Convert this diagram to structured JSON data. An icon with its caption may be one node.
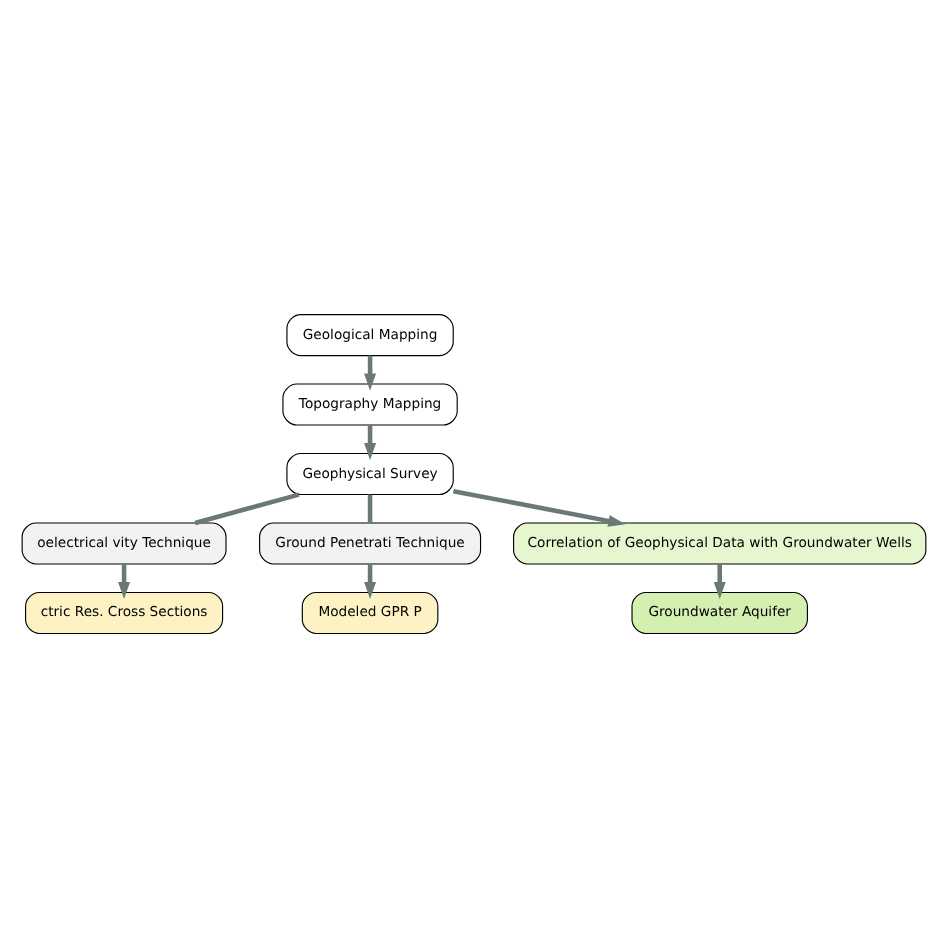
{
  "diagram": {
    "nodes": [
      {
        "text": [
          "Geological Mapping"
        ]
      },
      {
        "text": [
          "Topography Mapping"
        ]
      },
      {
        "text": [
          "Geophysical Survey"
        ]
      },
      {
        "text": [
          "oelectrical vity Technique"
        ]
      },
      {
        "text": [
          "Ground Penetrati Technique"
        ]
      },
      {
        "text": [
          "ctric Res. Cross Sections"
        ]
      },
      {
        "text": [
          "Modeled GPR P"
        ]
      },
      {
        "text": [
          "Correlation of Geophysical Data with Groundwater Wells"
        ]
      },
      {
        "text": [
          "Groundwater Aquifer"
        ]
      }
    ],
    "edges": [
      {
        "from": 0,
        "to": 1,
        "arrow": "to"
      },
      {
        "from": 1,
        "to": 2,
        "arrow": "to"
      },
      {
        "from": 2,
        "to": 3,
        "arrow": "none"
      },
      {
        "from": 2,
        "to": 7,
        "arrow": "to"
      },
      {
        "from": 2,
        "to": 4,
        "arrow": "none"
      },
      {
        "from": 3,
        "to": 5,
        "arrow": "to"
      },
      {
        "from": 4,
        "to": 6,
        "arrow": "to"
      },
      {
        "from": 7,
        "to": 8,
        "arrow": "to"
      }
    ]
  }
}
